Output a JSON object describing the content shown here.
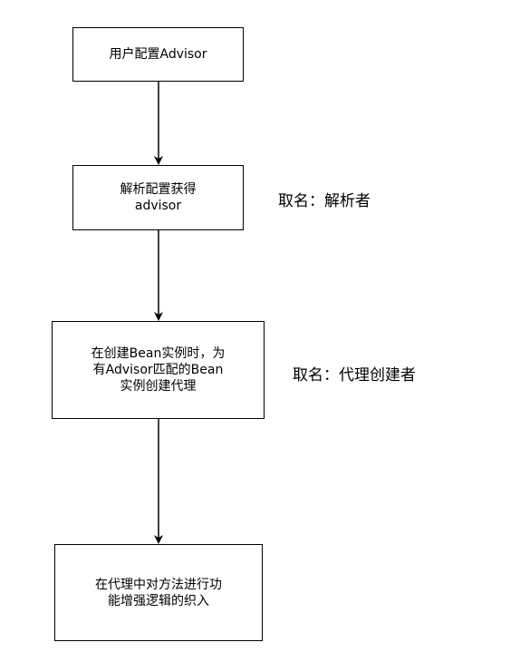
{
  "nodes": {
    "user_config": "用户配置Advisor",
    "parse_config": "解析配置获得\nadvisor",
    "create_proxy": "在创建Bean实例时，为\n有Advisor匹配的Bean\n实例创建代理",
    "weave": "在代理中对方法进行功\n能增强逻辑的织入"
  },
  "notes": {
    "parser_name": "取名：解析者",
    "proxy_creator_name": "取名：代理创建者"
  },
  "edges": [
    {
      "from": "user_config",
      "to": "parse_config"
    },
    {
      "from": "parse_config",
      "to": "create_proxy"
    },
    {
      "from": "create_proxy",
      "to": "weave"
    }
  ]
}
